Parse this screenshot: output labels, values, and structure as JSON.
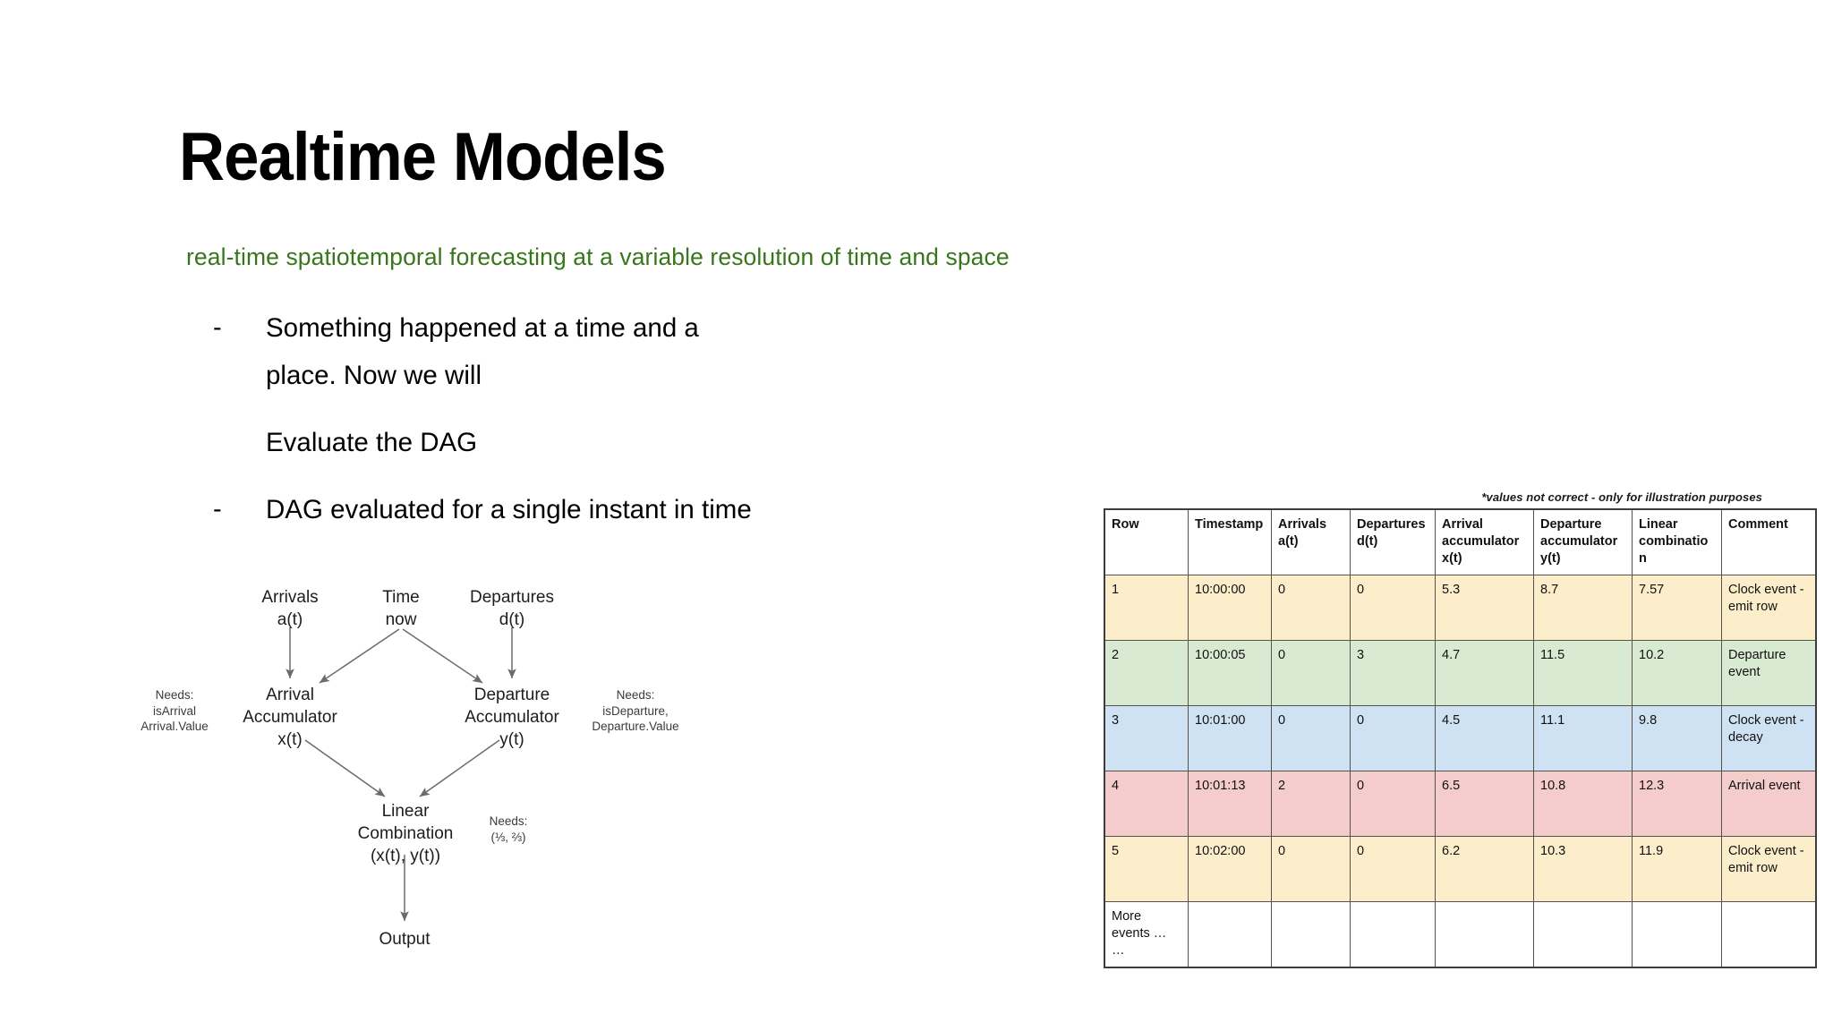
{
  "slide": {
    "title": "Realtime Models",
    "subtitle": "real-time spatiotemporal forecasting at a variable resolution of time and space",
    "subtitle_color": "#38761d",
    "bullets": [
      {
        "marker": "-",
        "line1": "Something happened at a time and a",
        "line2": "place. Now we will",
        "sub": "Evaluate the DAG"
      },
      {
        "marker": "-",
        "line1": "DAG evaluated for a single instant in time"
      }
    ]
  },
  "dag": {
    "nodes": {
      "arrivals": {
        "line1": "Arrivals",
        "line2": "a(t)"
      },
      "time_now": {
        "line1": "Time",
        "line2": "now"
      },
      "departures": {
        "line1": "Departures",
        "line2": "d(t)"
      },
      "arrival_accumulator": {
        "line1": "Arrival",
        "line2": "Accumulator",
        "line3": "x(t)"
      },
      "departure_accumulator": {
        "line1": "Departure",
        "line2": "Accumulator",
        "line3": "y(t)"
      },
      "linear_combination": {
        "line1": "Linear",
        "line2": "Combination",
        "line3": "(x(t), y(t))"
      },
      "output": {
        "line1": "Output"
      }
    },
    "annotations": {
      "needs_arrival": {
        "line1": "Needs:",
        "line2": "isArrival",
        "line3": "Arrival.Value"
      },
      "needs_departure": {
        "line1": "Needs:",
        "line2": "isDeparture,",
        "line3": "Departure.Value"
      },
      "needs_weights": {
        "line1": "Needs:",
        "line2": "(⅓, ⅔)"
      }
    }
  },
  "table": {
    "note": "*values not correct - only for illustration purposes",
    "columns": [
      "Row",
      "Timestamp",
      "Arrivals\na(t)",
      "Departures\nd(t)",
      "Arrival\naccumulator\nx(t)",
      "Departure\naccumulator\ny(t)",
      "Linear\ncombination",
      "Comment"
    ],
    "columns_flat": {
      "row": "Row",
      "timestamp": "Timestamp",
      "arrivals_l1": "Arrivals",
      "arrivals_l2": "a(t)",
      "departures_l1": "Departures",
      "departures_l2": "d(t)",
      "xacc_l1": "Arrival",
      "xacc_l2": "accumulator",
      "xacc_l3": "x(t)",
      "yacc_l1": "Departure",
      "yacc_l2": "accumulator",
      "yacc_l3": "y(t)",
      "linear_l1": "Linear",
      "linear_l2": "combination",
      "comment": "Comment"
    },
    "row_colors": {
      "yellow": "#fdeecb",
      "green": "#d9ead3",
      "blue": "#cfe2f3",
      "pink": "#f4cccc",
      "white": "#ffffff"
    },
    "rows": [
      {
        "color": "r-yellow",
        "row": "1",
        "timestamp": "10:00:00",
        "arrivals": "0",
        "departures": "0",
        "x": "5.3",
        "y": "8.7",
        "linear": "7.57",
        "comment": "Clock event - emit row"
      },
      {
        "color": "r-green",
        "row": "2",
        "timestamp": "10:00:05",
        "arrivals": "0",
        "departures": "3",
        "x": "4.7",
        "y": "11.5",
        "linear": "10.2",
        "comment": "Departure event"
      },
      {
        "color": "r-blue",
        "row": "3",
        "timestamp": "10:01:00",
        "arrivals": "0",
        "departures": "0",
        "x": "4.5",
        "y": "11.1",
        "linear": "9.8",
        "comment": "Clock event - decay"
      },
      {
        "color": "r-pink",
        "row": "4",
        "timestamp": "10:01:13",
        "arrivals": "2",
        "departures": "0",
        "x": "6.5",
        "y": "10.8",
        "linear": "12.3",
        "comment": "Arrival event"
      },
      {
        "color": "r-yellow",
        "row": "5",
        "timestamp": "10:02:00",
        "arrivals": "0",
        "departures": "0",
        "x": "6.2",
        "y": "10.3",
        "linear": "11.9",
        "comment": "Clock event - emit row"
      },
      {
        "color": "r-white",
        "row": "More events … …",
        "timestamp": "",
        "arrivals": "",
        "departures": "",
        "x": "",
        "y": "",
        "linear": "",
        "comment": ""
      }
    ]
  }
}
